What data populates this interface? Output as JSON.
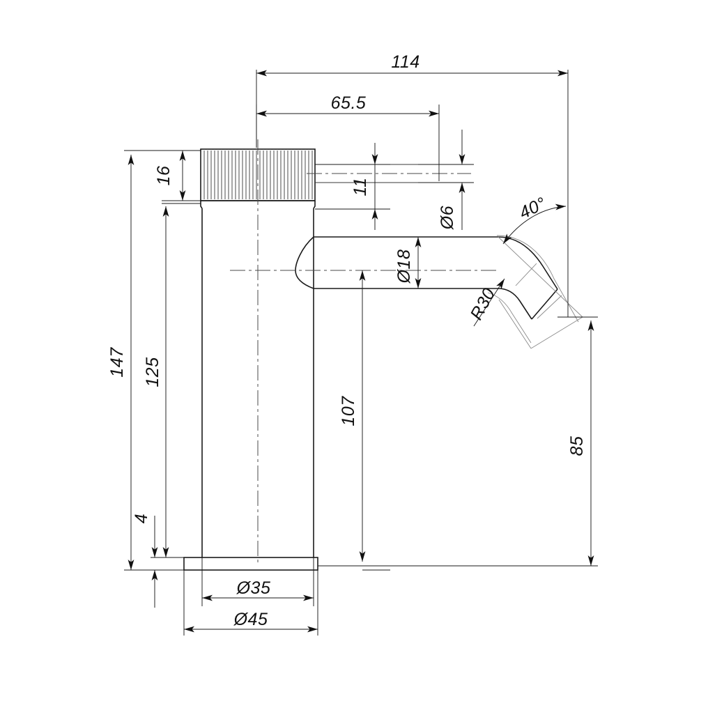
{
  "drawing": {
    "type": "engineering-dimension-drawing",
    "subject": "Basin mixer tap / faucet body elevation",
    "units": "mm",
    "background_color": "#ffffff",
    "line_color": "#1a1a1a",
    "construction_color": "#8a8a8a"
  },
  "dimensions": {
    "overall_width": "114",
    "spout_offset": "65.5",
    "hose_offset": "11",
    "hose_diameter": "Ø6",
    "cap_height": "16",
    "overall_height": "147",
    "body_height": "125",
    "spout_height": "107",
    "outlet_height": "85",
    "base_thickness": "4",
    "spout_diameter": "Ø18",
    "bend_radius": "R30",
    "bend_angle": "40°",
    "body_diameter": "Ø35",
    "base_diameter": "Ø45"
  },
  "chart_data": {
    "type": "table",
    "title": "Faucet dimensional callouts",
    "categories": [
      "114",
      "65.5",
      "11",
      "Ø6",
      "16",
      "147",
      "125",
      "107",
      "85",
      "4",
      "Ø18",
      "R30",
      "40°",
      "Ø35",
      "Ø45"
    ],
    "values": [
      114,
      65.5,
      11,
      6,
      16,
      147,
      125,
      107,
      85,
      4,
      18,
      30,
      40,
      35,
      45
    ]
  }
}
